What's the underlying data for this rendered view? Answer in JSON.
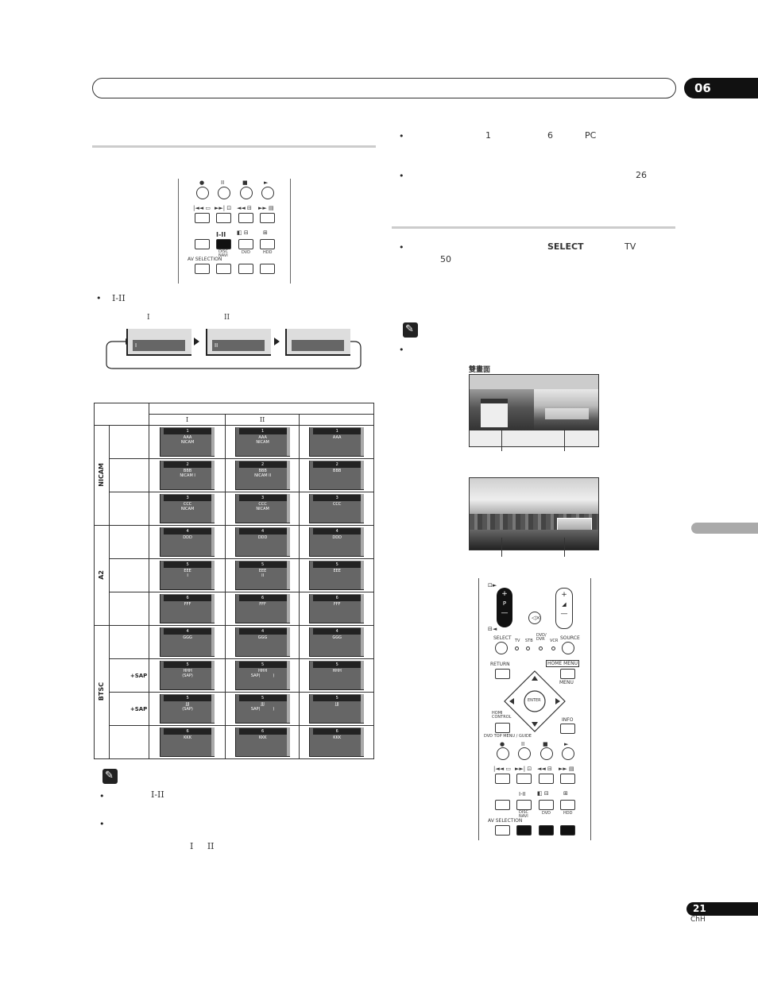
{
  "header": {
    "chapter": "06"
  },
  "left": {
    "bullet_label": "I-II",
    "flow": {
      "label_1": "I",
      "label_2": "II",
      "box_1": "I",
      "box_2": "II",
      "box_3": ""
    },
    "table": {
      "col_headers": [
        "I",
        "II",
        ""
      ],
      "group_labels": [
        "NICAM",
        "A2",
        "BTSC"
      ],
      "sub_labels": [
        "",
        "",
        "",
        "",
        "",
        "",
        "",
        "+SAP",
        "+SAP",
        ""
      ],
      "rows": [
        [
          {
            "n": "1",
            "c": "AAA",
            "s": "NICAM"
          },
          {
            "n": "1",
            "c": "AAA",
            "s": "NICAM"
          },
          {
            "n": "1",
            "c": "AAA",
            "s": ""
          }
        ],
        [
          {
            "n": "2",
            "c": "BBB",
            "s": "NICAM I"
          },
          {
            "n": "2",
            "c": "BBB",
            "s": "NICAM II"
          },
          {
            "n": "2",
            "c": "BBB",
            "s": ""
          }
        ],
        [
          {
            "n": "3",
            "c": "CCC",
            "s": "NICAM"
          },
          {
            "n": "3",
            "c": "CCC",
            "s": "NICAM"
          },
          {
            "n": "3",
            "c": "CCC",
            "s": ""
          }
        ],
        [
          {
            "n": "4",
            "c": "DDD",
            "s": ""
          },
          {
            "n": "4",
            "c": "DDD",
            "s": ""
          },
          {
            "n": "4",
            "c": "DDD",
            "s": ""
          }
        ],
        [
          {
            "n": "5",
            "c": "EEE",
            "s": "I"
          },
          {
            "n": "5",
            "c": "EEE",
            "s": "II"
          },
          {
            "n": "5",
            "c": "EEE",
            "s": ""
          }
        ],
        [
          {
            "n": "6",
            "c": "FFF",
            "s": ""
          },
          {
            "n": "6",
            "c": "FFF",
            "s": ""
          },
          {
            "n": "6",
            "c": "FFF",
            "s": ""
          }
        ],
        [
          {
            "n": "4",
            "c": "GGG",
            "s": ""
          },
          {
            "n": "4",
            "c": "GGG",
            "s": ""
          },
          {
            "n": "4",
            "c": "GGG",
            "s": ""
          }
        ],
        [
          {
            "n": "5",
            "c": "HHH",
            "s": "(SAP)"
          },
          {
            "n": "5",
            "c": "HHH",
            "s": "SAP(          )"
          },
          {
            "n": "5",
            "c": "HHH",
            "s": ""
          }
        ],
        [
          {
            "n": "5",
            "c": "JJJ",
            "s": "(SAP)"
          },
          {
            "n": "5",
            "c": "JJJ",
            "s": "SAP(          )"
          },
          {
            "n": "5",
            "c": "JJJ",
            "s": ""
          }
        ],
        [
          {
            "n": "6",
            "c": "KKK",
            "s": ""
          },
          {
            "n": "6",
            "c": "KKK",
            "s": ""
          },
          {
            "n": "6",
            "c": "KKK",
            "s": ""
          }
        ]
      ]
    },
    "notes": {
      "note1_label": "I-II",
      "note2_labels": "I     II"
    }
  },
  "right": {
    "b1": {
      "a": "1",
      "b": "6",
      "c": "PC"
    },
    "b2": {
      "page": "26"
    },
    "b3": {
      "select": "SELECT",
      "tv": "TV",
      "num": "50"
    },
    "dual_screen_label": "雙畫面",
    "remote_labels": {
      "p": "P",
      "select": "SELECT",
      "tv": "TV",
      "stb": "STB",
      "dvd_dvr": "DVD/\nDVR",
      "vcr": "VCR",
      "source": "SOURCE",
      "return": "RETURN",
      "home_menu": "HOME MENU",
      "menu": "MENU",
      "enter": "ENTER",
      "homi": "HOMI\nCONTROL",
      "info": "INFO",
      "dvd_top": "DVD TOP MENU / GUIDE",
      "i_ii": "I-II",
      "disc_navi": "DISC\nNAVI",
      "dvd": "DVD",
      "hdd": "HDD",
      "av_selection": "AV SELECTION"
    }
  },
  "footer": {
    "page": "21",
    "lang": "ChH"
  }
}
